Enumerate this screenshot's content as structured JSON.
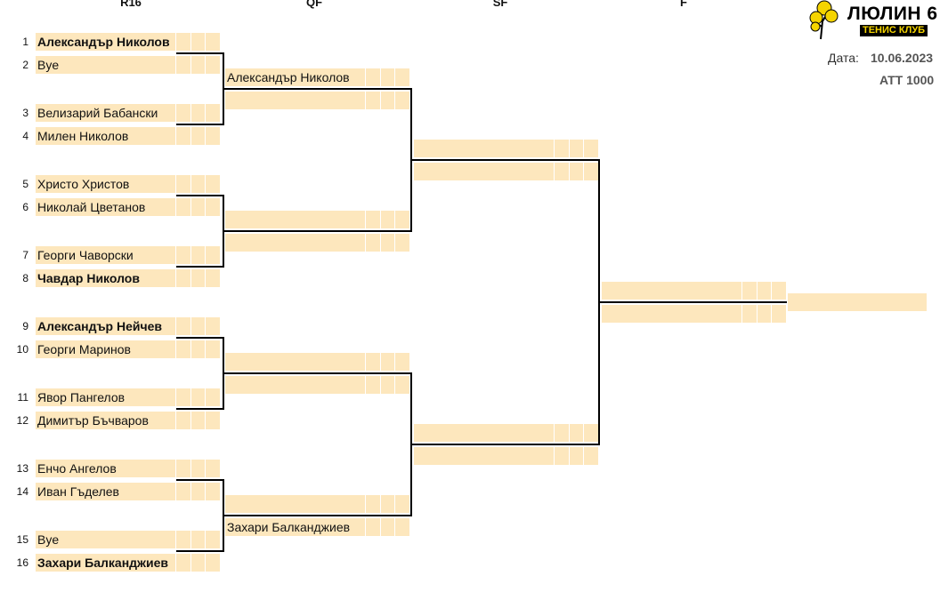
{
  "rounds": {
    "r16": "R16",
    "qf": "QF",
    "sf": "SF",
    "f": "F"
  },
  "club": {
    "title": "ЛЮЛИН 6",
    "subtitle": "ТЕНИС КЛУБ"
  },
  "date_label": "Дата:",
  "date_value": "10.06.2023",
  "category": "ATT 1000",
  "colors": {
    "slot": "#fde7bd",
    "lines": "#000000",
    "logo_yellow": "#f5d400"
  },
  "r16": [
    {
      "seed": "1",
      "name": "Александър Николов",
      "bold": true
    },
    {
      "seed": "2",
      "name": "Bye",
      "bold": false
    },
    {
      "seed": "3",
      "name": "Велизарий Бабански",
      "bold": false
    },
    {
      "seed": "4",
      "name": "Милен Николов",
      "bold": false
    },
    {
      "seed": "5",
      "name": "Христо Христов",
      "bold": false
    },
    {
      "seed": "6",
      "name": "Николай Цветанов",
      "bold": false
    },
    {
      "seed": "7",
      "name": "Георги Чаворски",
      "bold": false
    },
    {
      "seed": "8",
      "name": "Чавдар Николов",
      "bold": true
    },
    {
      "seed": "9",
      "name": "Александър Нейчев",
      "bold": true
    },
    {
      "seed": "10",
      "name": "Георги Маринов",
      "bold": false
    },
    {
      "seed": "11",
      "name": "Явор Пангелов",
      "bold": false
    },
    {
      "seed": "12",
      "name": "Димитър Бъчваров",
      "bold": false
    },
    {
      "seed": "13",
      "name": "Енчо Ангелов",
      "bold": false
    },
    {
      "seed": "14",
      "name": "Иван Гъделев",
      "bold": false
    },
    {
      "seed": "15",
      "name": "Bye",
      "bold": false
    },
    {
      "seed": "16",
      "name": "Захари Балканджиев",
      "bold": true
    }
  ],
  "qf": [
    "Александър Николов",
    "",
    "",
    "",
    "",
    "",
    "",
    "Захари Балканджиев"
  ],
  "sf": [
    "",
    "",
    "",
    ""
  ],
  "final": [
    "",
    ""
  ],
  "champion": ""
}
